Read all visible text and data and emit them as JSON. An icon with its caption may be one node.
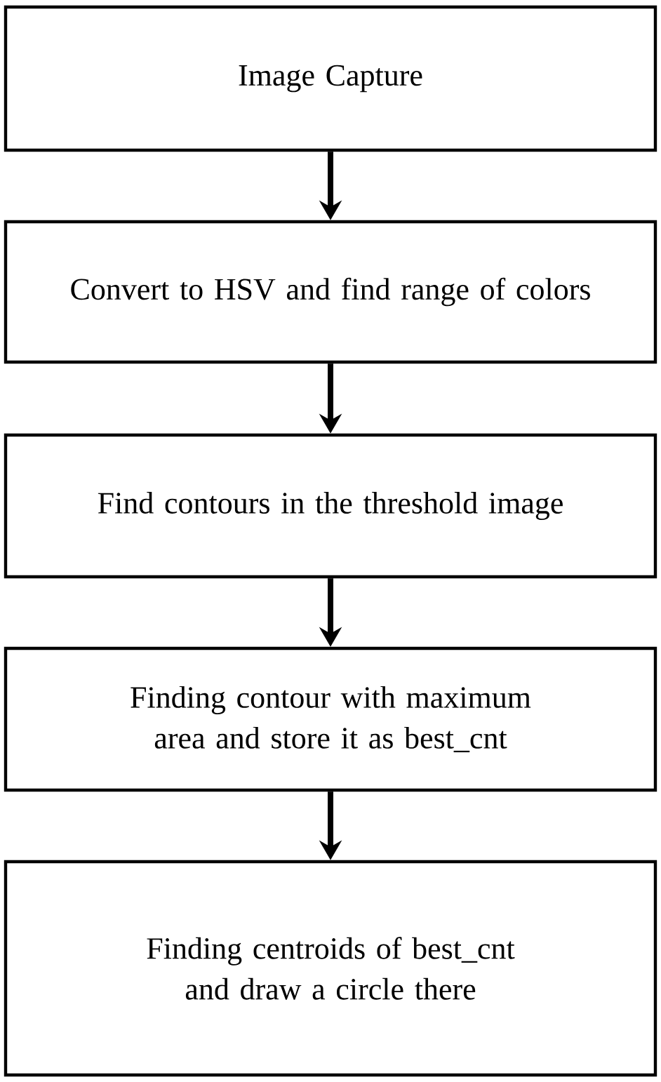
{
  "diagram": {
    "nodes": [
      {
        "text": [
          "Image Capture"
        ]
      },
      {
        "text": [
          "Convert to HSV and find range of colors"
        ]
      },
      {
        "text": [
          "Find contours in the threshold image"
        ]
      },
      {
        "text": [
          "Finding contour with maximum area and store it as best_cnt"
        ]
      },
      {
        "text": [
          "Finding centroids of best_cnt and draw a circle there"
        ]
      }
    ],
    "edges": [
      {
        "from": 0,
        "to": 1,
        "arrow": "to"
      },
      {
        "from": 1,
        "to": 2,
        "arrow": "to"
      },
      {
        "from": 2,
        "to": 3,
        "arrow": "to"
      },
      {
        "from": 3,
        "to": 4,
        "arrow": "to"
      }
    ]
  }
}
